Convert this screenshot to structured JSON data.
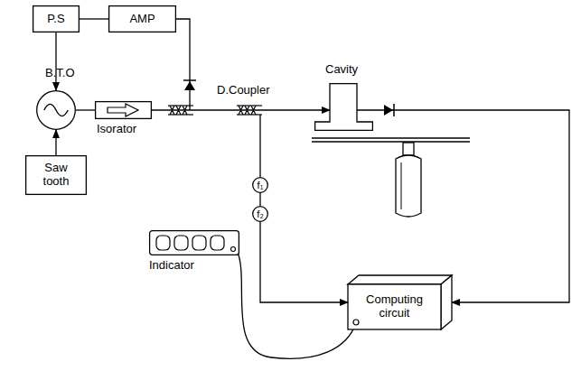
{
  "diagram": {
    "nodes": [
      {
        "text": [
          "P.S"
        ]
      },
      {
        "text": [
          "AMP"
        ]
      },
      {
        "text": [
          "B.T.O"
        ]
      },
      {
        "text": [
          "Saw tooth"
        ]
      },
      {
        "text": [
          "Isorator"
        ]
      },
      {
        "text": [
          "Cavity"
        ]
      },
      {
        "text": [
          "f₁"
        ]
      },
      {
        "text": [
          "f₂"
        ]
      },
      {
        "text": [
          "Computing circuit"
        ]
      },
      {
        "text": [
          "Indicator"
        ]
      }
    ],
    "edges": [
      {
        "from": 0,
        "to": 1,
        "arrow": "none"
      },
      {
        "from": 0,
        "to": 2,
        "arrow": "to"
      },
      {
        "from": 3,
        "to": 2,
        "arrow": "to"
      },
      {
        "from": 2,
        "to": 4,
        "arrow": "none"
      },
      {
        "from": 4,
        "to": 5,
        "arrow": "to"
      },
      {
        "from": 5,
        "to": 8,
        "arrow": "to"
      },
      {
        "from": 6,
        "to": 7,
        "arrow": "none"
      },
      {
        "from": 7,
        "to": 8,
        "arrow": "to"
      },
      {
        "from": 8,
        "to": 9,
        "arrow": "none"
      }
    ],
    "labels": [
      "D.Coupler"
    ]
  }
}
